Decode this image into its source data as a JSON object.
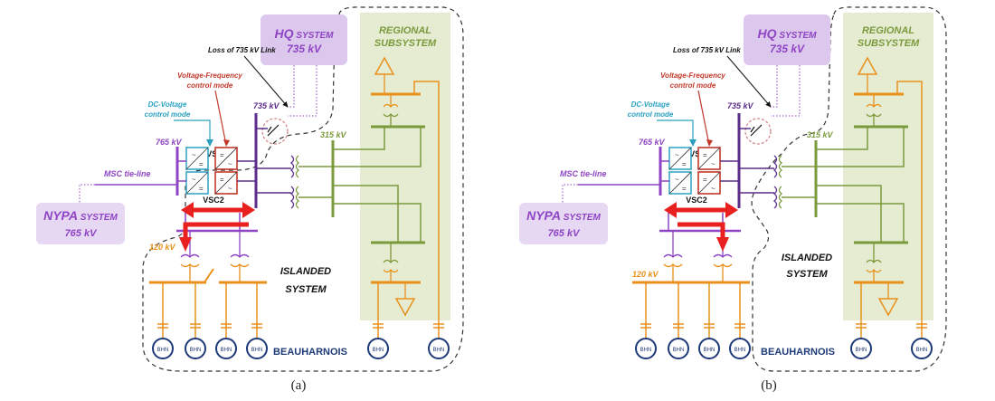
{
  "colors": {
    "purple": "#8e44c4",
    "purple_dark": "#5b2d8a",
    "green": "#7a9a3c",
    "green_bg": "#e6ecd2",
    "orange": "#e8901a",
    "red": "#e82020",
    "vsc_border_blue": "#3aa6c7",
    "vsc_border_red": "#c0392b",
    "teal_label": "#2aa0c0",
    "bhn_navy": "#1e3a78",
    "hq_box_bg": "#dcc8ec",
    "nypa_box_bg": "#e6d8f2"
  },
  "panels": [
    {
      "caption": "(a)",
      "hq_name": "HQ",
      "hq_suffix": " SYSTEM",
      "hq_voltage": "735 kV",
      "regional_line1": "REGIONAL",
      "regional_line2": "SUBSYSTEM",
      "loss_label": "Loss of 735 kV Link",
      "vf_line1": "Voltage-Frequency",
      "vf_line2": "control mode",
      "dc_line1": "DC-Voltage",
      "dc_line2": "control mode",
      "kv735": "735 kV",
      "kv765": "765 kV",
      "kv315": "315 kV",
      "kv120": "120 kV",
      "vsc1": "VSC1",
      "vsc2": "VSC2",
      "msc_label": "MSC tie-line",
      "nypa_name": "NYPA",
      "nypa_suffix": " SYSTEM",
      "nypa_voltage": "765 kV",
      "islanded_line1": "ISLANDED",
      "islanded_line2": "SYSTEM",
      "beauharnois": "BEAUHARNOIS",
      "bhn": "BHN",
      "variant": "a"
    },
    {
      "caption": "(b)",
      "hq_name": "HQ",
      "hq_suffix": " SYSTEM",
      "hq_voltage": "735 kV",
      "regional_line1": "REGIONAL",
      "regional_line2": "SUBSYSTEM",
      "loss_label": "Loss of 735 kV Link",
      "vf_line1": "Voltage-Frequency",
      "vf_line2": "control mode",
      "dc_line1": "DC-Voltage",
      "dc_line2": "control mode",
      "kv735": "735 kV",
      "kv765": "765 kV",
      "kv315": "315 kV",
      "kv120": "120 kV",
      "vsc1": "VSC1",
      "vsc2": "VSC2",
      "msc_label": "MSC tie-line",
      "nypa_name": "NYPA",
      "nypa_suffix": " SYSTEM",
      "nypa_voltage": "765 kV",
      "islanded_line1": "ISLANDED",
      "islanded_line2": "SYSTEM",
      "beauharnois": "BEAUHARNOIS",
      "bhn": "BHN",
      "variant": "b"
    }
  ]
}
